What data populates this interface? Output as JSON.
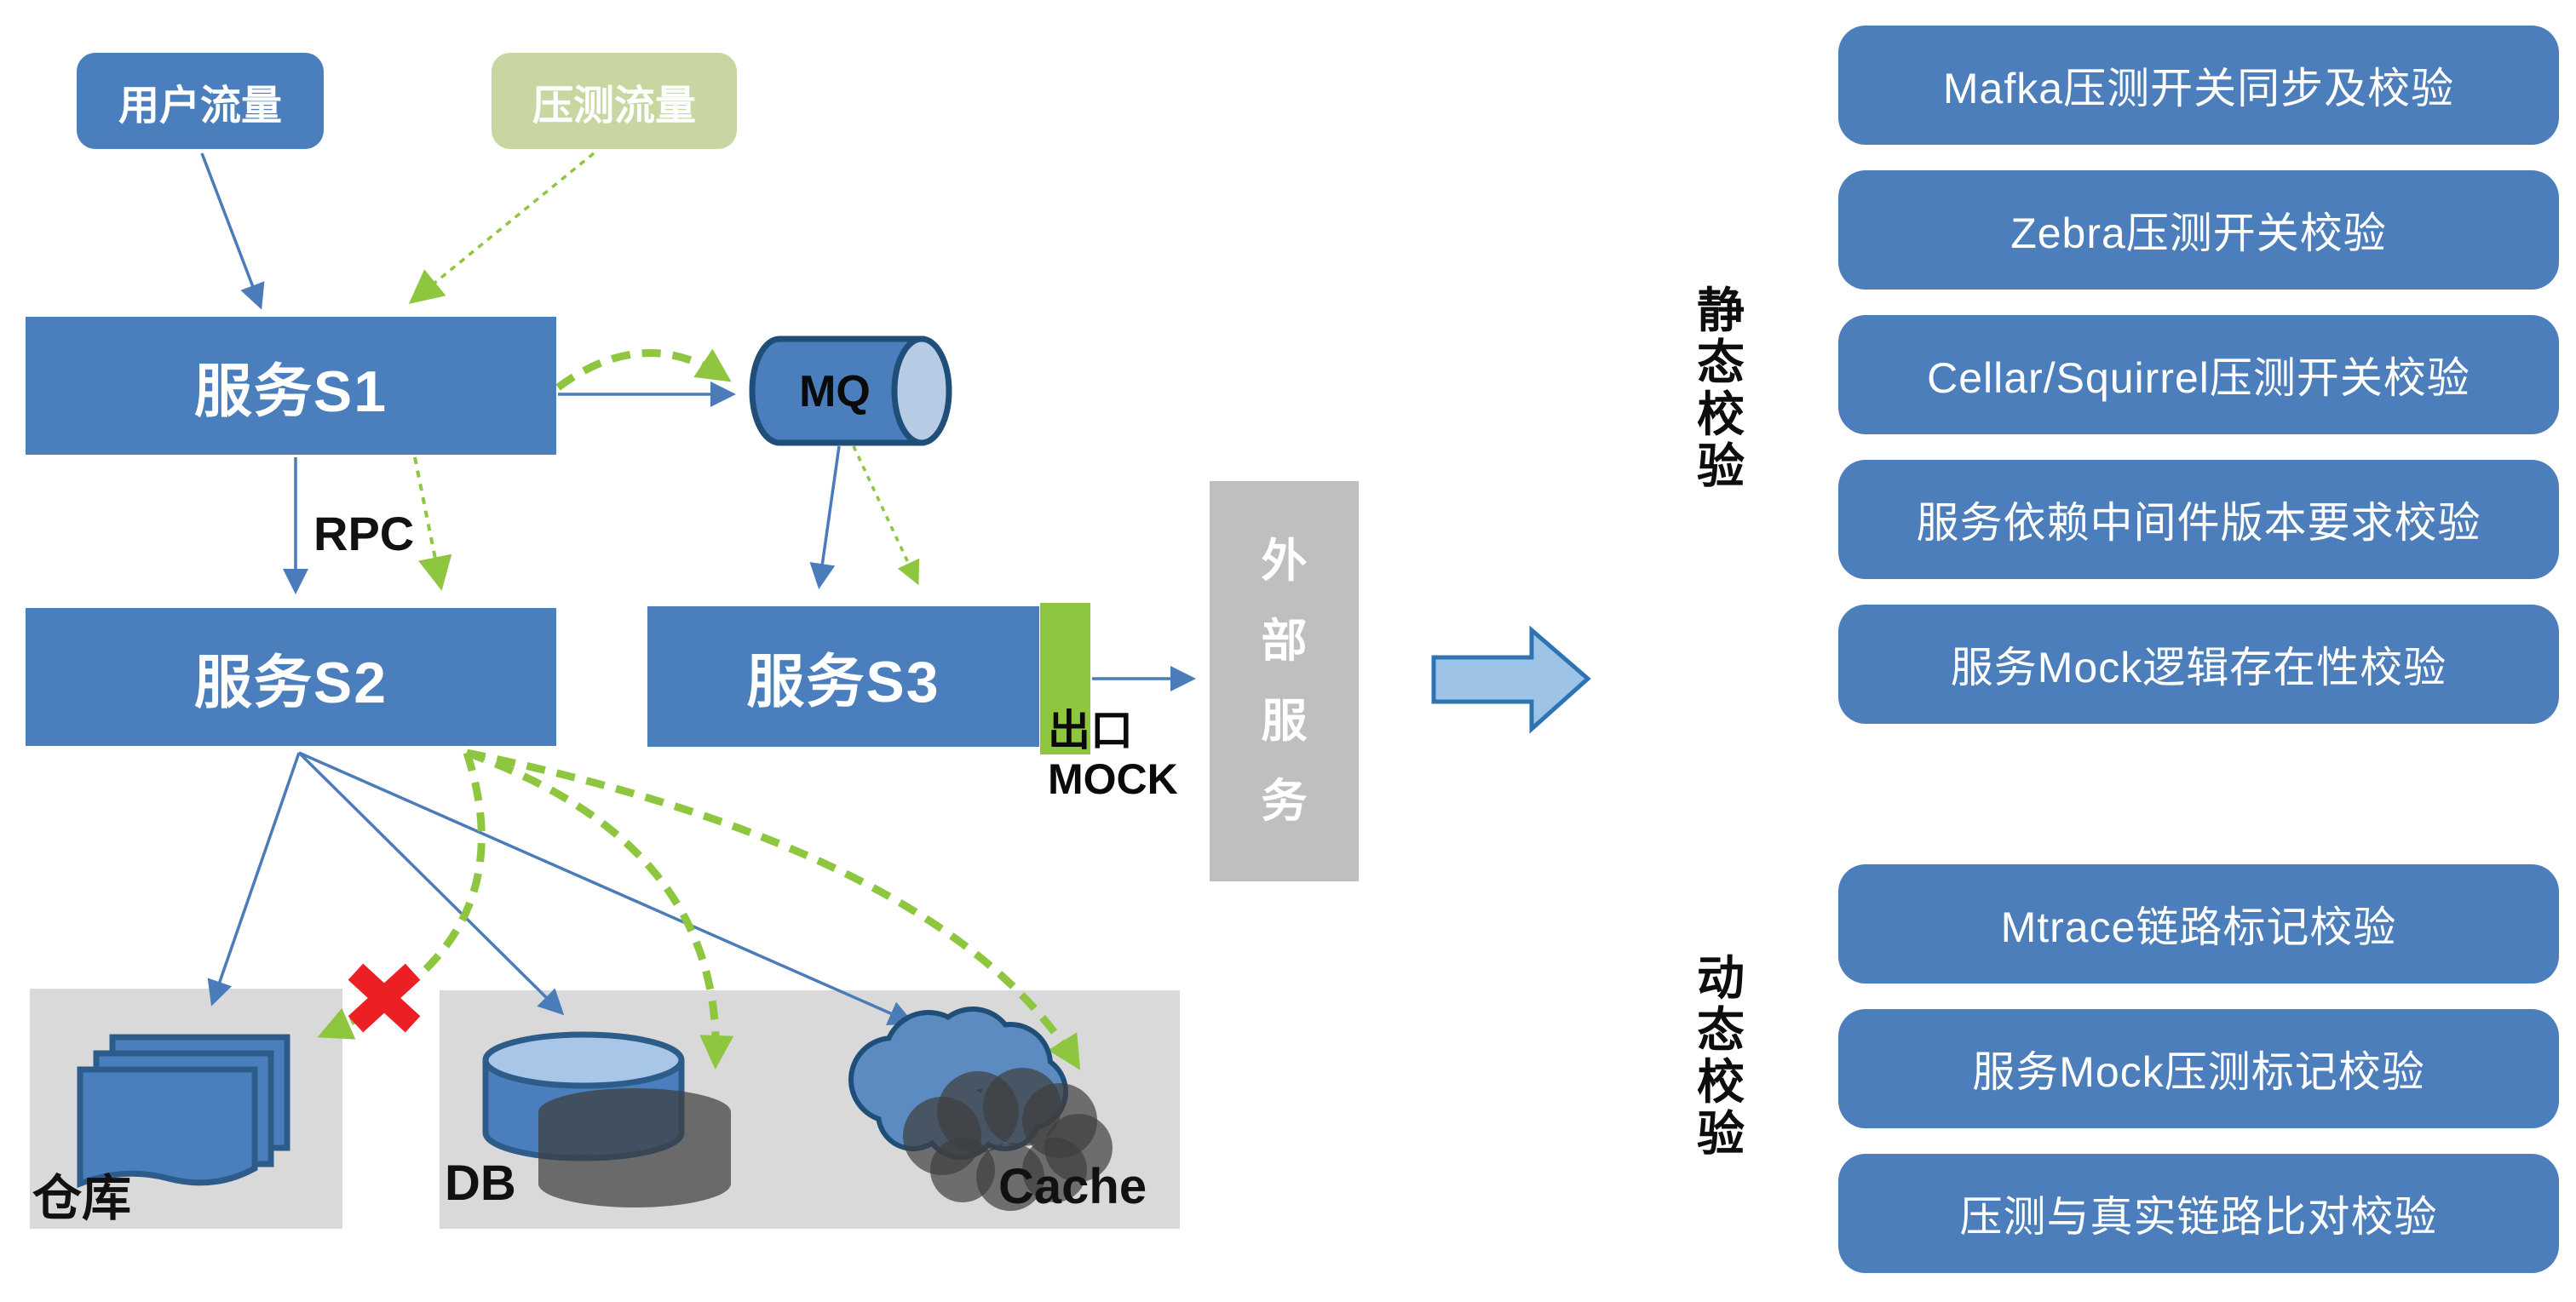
{
  "flow": {
    "user_traffic": "用户流量",
    "pressure_traffic": "压测流量",
    "service_s1": "服务S1",
    "service_s2": "服务S2",
    "service_s3": "服务S3",
    "mq": "MQ",
    "rpc": "RPC",
    "exit_label": "出口",
    "mock_label": "MOCK",
    "external_service": "外部服务",
    "warehouse": "仓库",
    "db": "DB",
    "cache": "Cache"
  },
  "validation": {
    "static_title": "静态校验",
    "dynamic_title": "动态校验",
    "static_checks": [
      "Mafka压测开关同步及校验",
      "Zebra压测开关校验",
      "Cellar/Squirrel压测开关校验",
      "服务依赖中间件版本要求校验",
      "服务Mock逻辑存在性校验"
    ],
    "dynamic_checks": [
      "Mtrace链路标记校验",
      "服务Mock压测标记校验",
      "压测与真实链路比对校验"
    ]
  },
  "colors": {
    "node_blue": "#4a7ebc",
    "pill_blue": "#4d7ebc",
    "node_green_light": "#c8d7a2",
    "accent_green": "#8ec63f",
    "arrow_blue": "#4a7cba",
    "gray_panel": "#d9d9d9",
    "gray_external": "#bfbfbf",
    "red_cross": "#ec2024",
    "big_arrow_fill": "#9dc3e6",
    "big_arrow_border": "#2e74b5"
  }
}
